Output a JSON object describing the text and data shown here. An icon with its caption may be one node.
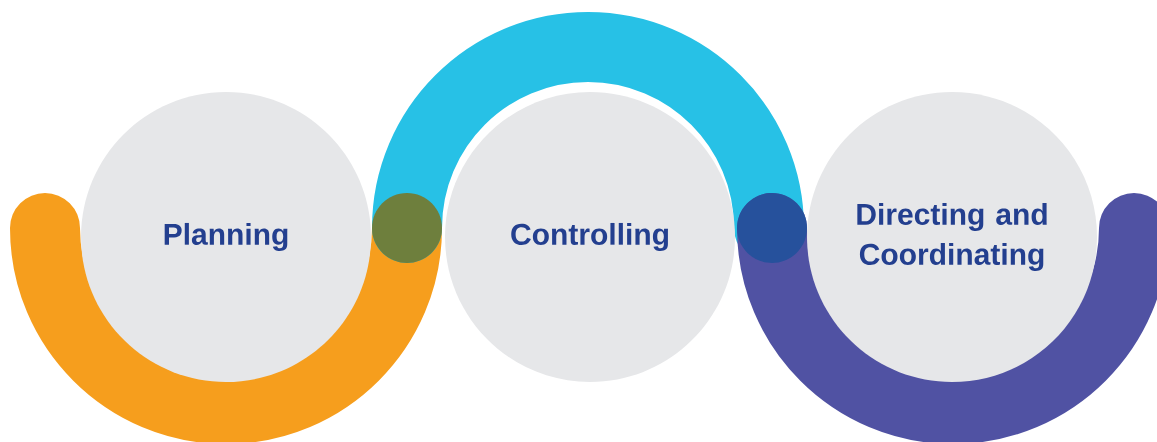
{
  "diagram": {
    "nodes": [
      {
        "text": [
          "Planning"
        ]
      },
      {
        "text": [
          "Controlling"
        ]
      },
      {
        "text": [
          "Directing and Coordinating"
        ]
      }
    ]
  }
}
